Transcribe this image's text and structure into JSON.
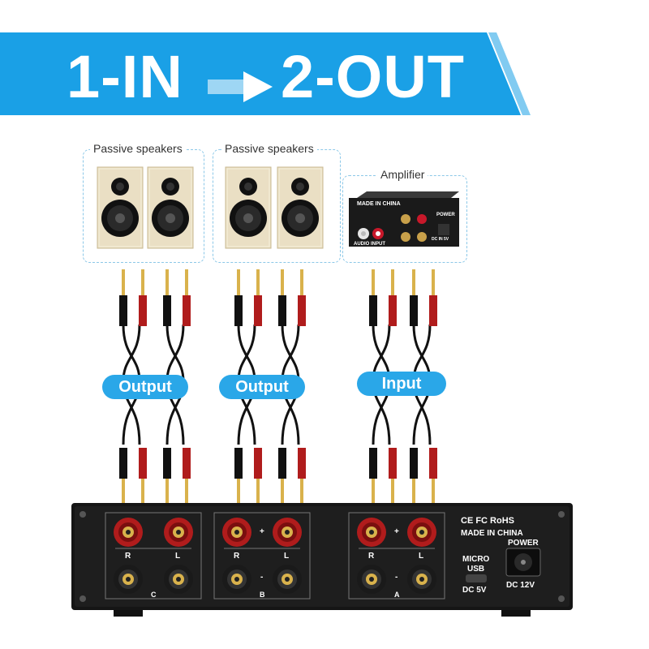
{
  "banner": {
    "input_text": "1-IN",
    "output_text": "2-OUT",
    "color": "#1aa0e6"
  },
  "cards": [
    {
      "label": "Passive speakers"
    },
    {
      "label": "Passive speakers"
    },
    {
      "label": "Amplifier"
    }
  ],
  "pills": [
    {
      "label": "Output"
    },
    {
      "label": "Output"
    },
    {
      "label": "Input"
    }
  ],
  "amp": {
    "cert": "CE FC RoHS",
    "made": "MADE IN CHINA",
    "power": "POWER",
    "micro": "MICRO",
    "usb": "USB",
    "dc5": "DC 5V",
    "dc12": "DC 12V",
    "plus": "+",
    "minus": "-",
    "r": "R",
    "l": "L",
    "groups": [
      "C",
      "B",
      "A"
    ]
  },
  "mini_amp": {
    "made": "MADE IN CHINA",
    "audio_input": "AUDIO INPUT",
    "power": "POWER",
    "dc": "DC IN 5V"
  },
  "colors": {
    "accent": "#2aa7e8",
    "chassis": "#151515",
    "binding_red": "#b01c1c",
    "binding_black": "#111111",
    "gold": "#d9b24c"
  }
}
